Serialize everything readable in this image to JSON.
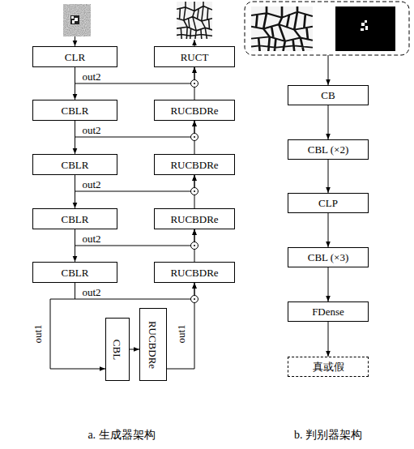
{
  "diagram": {
    "nodes": [
      {
        "text": [
          "CLR"
        ]
      },
      {
        "text": [
          "RUCT"
        ]
      },
      {
        "text": [
          "CBLR"
        ]
      },
      {
        "text": [
          "RUCBDRe"
        ]
      },
      {
        "text": [
          "CBLR"
        ]
      },
      {
        "text": [
          "RUCBDRe"
        ]
      },
      {
        "text": [
          "CBLR"
        ]
      },
      {
        "text": [
          "RUCBDRe"
        ]
      },
      {
        "text": [
          "CBLR"
        ]
      },
      {
        "text": [
          "RUCBDRe"
        ]
      },
      {
        "text": [
          "CBL"
        ]
      },
      {
        "text": [
          "RUCBDRe"
        ]
      },
      {
        "text": [
          "CB"
        ]
      },
      {
        "text": [
          "CBL (×2)"
        ]
      },
      {
        "text": [
          "CLP"
        ]
      },
      {
        "text": [
          "CBL (×3)"
        ]
      },
      {
        "text": [
          "FDense"
        ]
      },
      {
        "text": [
          "真或假"
        ]
      }
    ],
    "edges": [
      {
        "from": 0,
        "to": 2,
        "arrow": "to"
      },
      {
        "from": 0,
        "to": 1,
        "label": "out2",
        "arrow": "to"
      },
      {
        "from": 3,
        "to": 1,
        "arrow": "to"
      },
      {
        "from": 2,
        "to": 4,
        "arrow": "to"
      },
      {
        "from": 2,
        "to": 3,
        "label": "out2",
        "arrow": "to"
      },
      {
        "from": 5,
        "to": 3,
        "arrow": "to"
      },
      {
        "from": 4,
        "to": 6,
        "arrow": "to"
      },
      {
        "from": 4,
        "to": 5,
        "label": "out2",
        "arrow": "to"
      },
      {
        "from": 7,
        "to": 5,
        "arrow": "to"
      },
      {
        "from": 6,
        "to": 8,
        "arrow": "to"
      },
      {
        "from": 6,
        "to": 7,
        "label": "out2",
        "arrow": "to"
      },
      {
        "from": 9,
        "to": 7,
        "arrow": "to"
      },
      {
        "from": 8,
        "to": 10,
        "label": "out1",
        "arrow": "to"
      },
      {
        "from": 8,
        "to": 9,
        "label": "out2",
        "arrow": "to"
      },
      {
        "from": 10,
        "to": 11,
        "arrow": "to"
      },
      {
        "from": 11,
        "to": 9,
        "label": "out1",
        "arrow": "to"
      },
      {
        "from": 12,
        "to": 13,
        "arrow": "to"
      },
      {
        "from": 13,
        "to": 14,
        "arrow": "to"
      },
      {
        "from": 14,
        "to": 15,
        "arrow": "to"
      },
      {
        "from": 15,
        "to": 16,
        "arrow": "to"
      },
      {
        "from": 16,
        "to": 17,
        "arrow": "to"
      }
    ],
    "labels": [
      "a. 生成器架构",
      "b. 判别器架构"
    ]
  }
}
